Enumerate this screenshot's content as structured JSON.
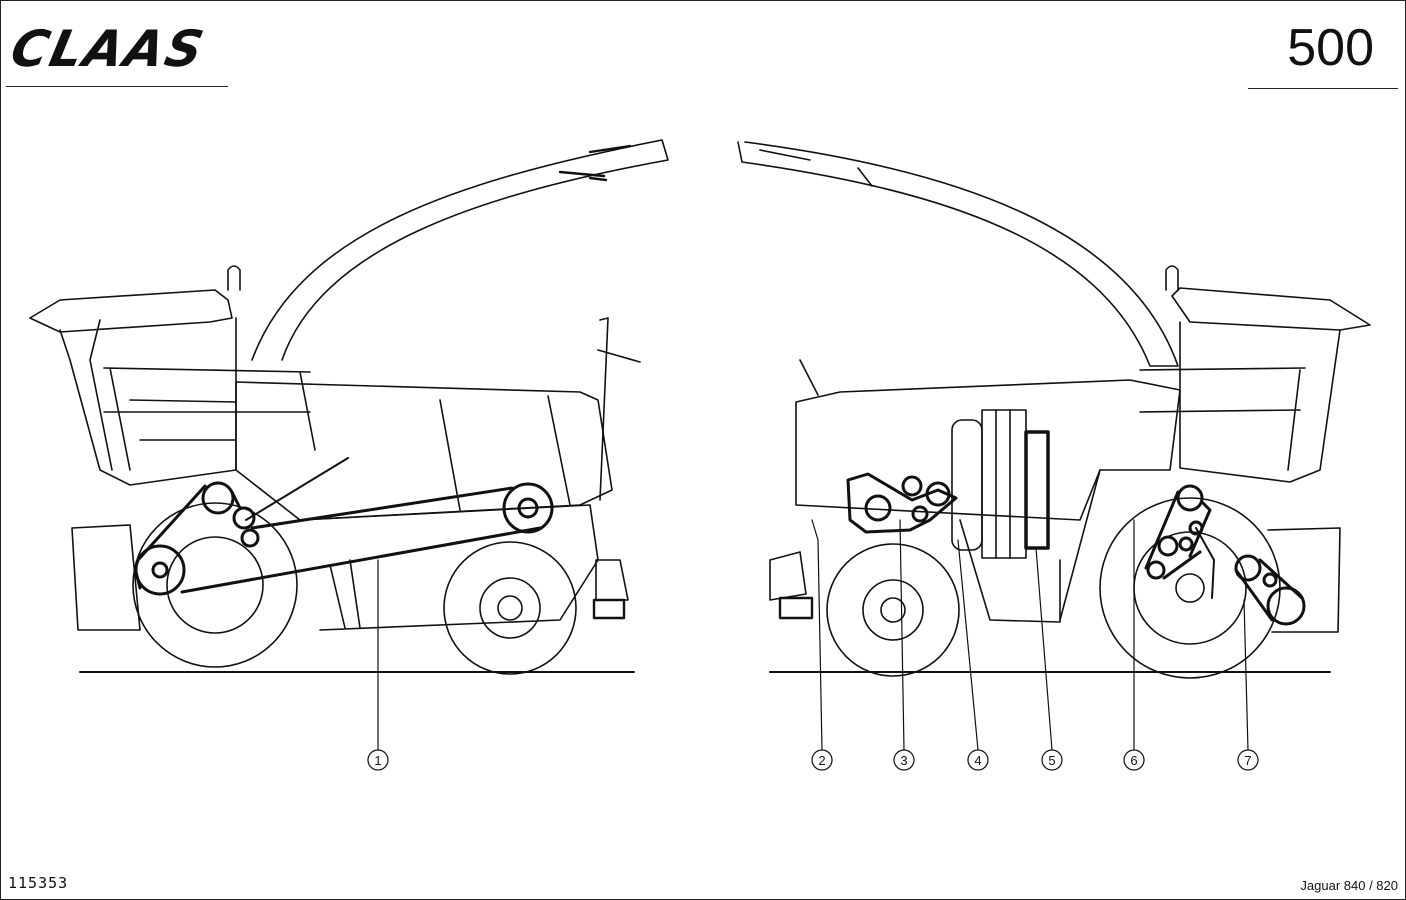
{
  "header": {
    "logo": "CLAAS",
    "page_number": "500"
  },
  "footer": {
    "document_number": "115353",
    "model": "Jaguar 840 / 820"
  },
  "callouts": [
    {
      "label": "1"
    },
    {
      "label": "2"
    },
    {
      "label": "3"
    },
    {
      "label": "4"
    },
    {
      "label": "5"
    },
    {
      "label": "6"
    },
    {
      "label": "7"
    }
  ]
}
